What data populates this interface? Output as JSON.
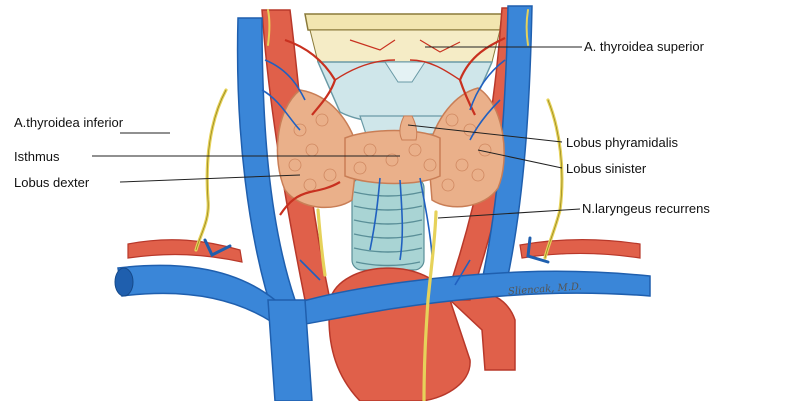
{
  "labels": {
    "a_thyroidea_superior": "A. thyroidea superior",
    "a_thyroidea_inferior": "A.thyroidea inferior",
    "isthmus": "Isthmus",
    "lobus_dexter": "Lobus dexter",
    "lobus_phyramidalis": "Lobus phyramidalis",
    "lobus_sinister": "Lobus sinister",
    "n_laryngeus_recurrens": "N.laryngeus recurrens"
  },
  "signature": "Sliencak, M.D.",
  "colors": {
    "artery": "#e0604a",
    "artery_dark": "#b8382a",
    "vein": "#3a86d8",
    "vein_dark": "#1f5fae",
    "nerve": "#e6d25a",
    "thyroid": "#eab08a",
    "thyroid_dark": "#c97e56",
    "cartilage": "#cfe6ea",
    "trachea": "#a9d4d4",
    "hyoid": "#f2e6b0"
  }
}
